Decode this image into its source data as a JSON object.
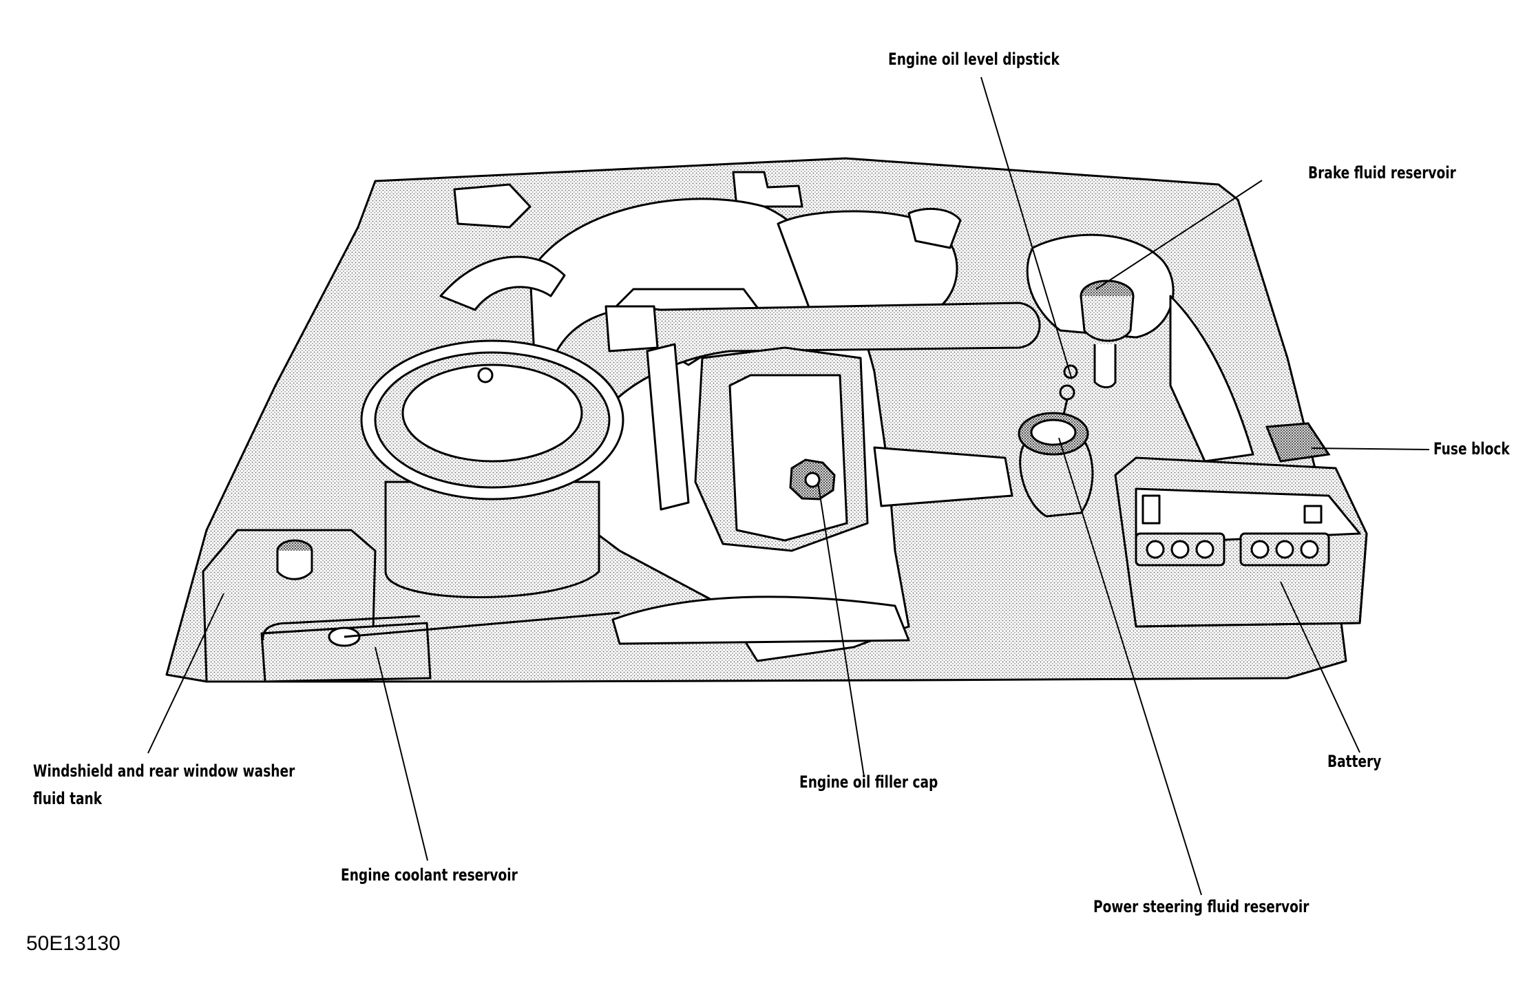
{
  "figure_code": "50E13130",
  "labels": {
    "dipstick": "Engine oil level dipstick",
    "brake": "Brake fluid reservoir",
    "fuse": "Fuse block",
    "washer_line1": "Windshield and rear window washer",
    "washer_line2": "fluid tank",
    "filler": "Engine oil filler cap",
    "battery": "Battery",
    "coolant": "Engine coolant reservoir",
    "power_steering": "Power steering fluid reservoir"
  },
  "colors": {
    "ink": "#000000",
    "paper": "#ffffff",
    "stipple": "#9a9a9a"
  }
}
